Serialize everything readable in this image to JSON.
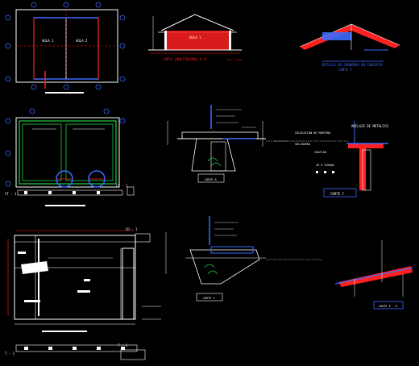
{
  "title": "",
  "plan": {
    "room1_label": "AULA 1",
    "room2_label": "AULA 2"
  },
  "section_longitudinal": {
    "room_label": "AULA 1",
    "caption": "CORTE LONGITUDINAL A-A'",
    "scale": "ESC. 1/100"
  },
  "roof_detail": {
    "caption_line1": "DETALLE DE CUMBRERA EN CUBIERTA",
    "caption_line2": "CORTE F"
  },
  "foundation_plan": {
    "section_tag": "CT - 1",
    "side_tag": "CT - 1"
  },
  "detail_a": {
    "caption": "CORTE A"
  },
  "detail_f": {
    "title": "ANCLAJE DE METALICO",
    "note1": "COLOCACION DE MORTERO",
    "note2": "VOLCADURA",
    "note3": "CHAFLAN",
    "note4": "CD 6 CHOQUE",
    "caption": "CORTE F"
  },
  "detail_c": {
    "caption": "CORTE C"
  },
  "detail_e": {
    "caption": "CORTE E - E"
  },
  "column_detail": {
    "tag": "CD - 1",
    "bottom_tag": "T - 1",
    "side_tag": "T - 1"
  },
  "colors": {
    "background": "#000000",
    "line_white": "#ffffff",
    "line_red": "#ff2020",
    "line_blue": "#3a6bff",
    "line_green": "#22cc44",
    "line_yellow": "#e8d020",
    "line_cyan": "#22c8d8",
    "line_grey": "#9a9a9a"
  }
}
